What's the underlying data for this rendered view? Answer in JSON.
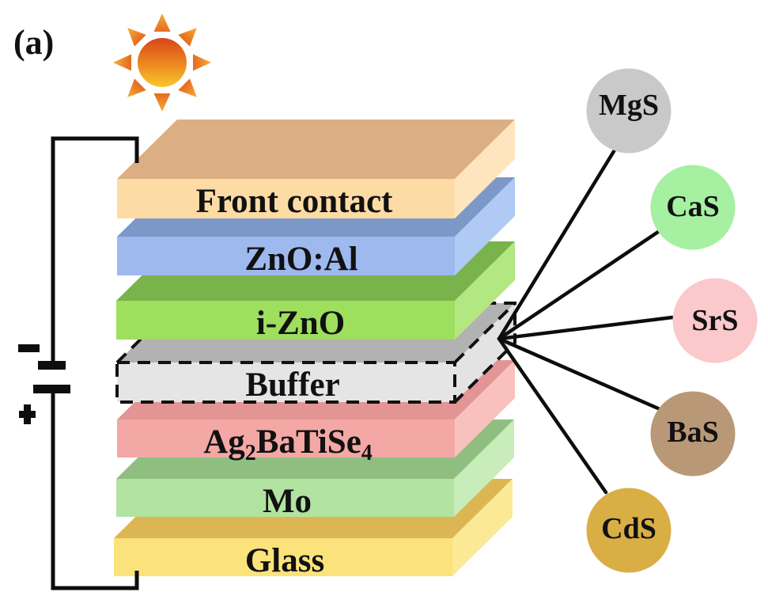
{
  "figure": {
    "panel_label": "(a)"
  },
  "illumination": {
    "icon": "sun-icon"
  },
  "circuit": {
    "icon": "battery-icon",
    "negative_terminal_icon": "minus-icon",
    "positive_terminal_icon": "plus-icon",
    "wire_color": "#0D0D0D"
  },
  "stack": {
    "layers": [
      {
        "label": "Front contact",
        "colors": {
          "front": "#FDDBA5",
          "top": "#DCAE83",
          "side": "#FFE5BE"
        }
      },
      {
        "label": "ZnO:Al",
        "colors": {
          "front": "#9DB9EE",
          "top": "#7C98C9",
          "side": "#AFCAF5"
        }
      },
      {
        "label": "i-ZnO",
        "colors": {
          "front": "#9EDF5D",
          "top": "#79B34B",
          "side": "#B3E781"
        }
      },
      {
        "label": "Buffer",
        "highlighted": true,
        "colors": {
          "front": "#E5E5E5",
          "top": "#B2B2B2",
          "side": "#E3E3E3"
        }
      },
      {
        "label_parts": [
          {
            "text": "Ag"
          },
          {
            "text": "2",
            "subscript": true
          },
          {
            "text": "BaTiSe"
          },
          {
            "text": "4",
            "subscript": true
          }
        ],
        "colors": {
          "front": "#F3A8A5",
          "top": "#E39593",
          "side": "#F9C1BE"
        }
      },
      {
        "label": "Mo",
        "colors": {
          "front": "#B2E3A1",
          "top": "#90BE80",
          "side": "#C8ECBA"
        }
      },
      {
        "label": "Glass",
        "colors": {
          "front": "#FCE27A",
          "top": "#DDB654",
          "side": "#FCE996"
        }
      }
    ]
  },
  "buffer_options": [
    {
      "label": "MgS",
      "color": "#C9C9C9"
    },
    {
      "label": "CaS",
      "color": "#A5F0A1"
    },
    {
      "label": "SrS",
      "color": "#FBC9CB"
    },
    {
      "label": "BaS",
      "color": "#B99877"
    },
    {
      "label": "CdS",
      "color": "#D9AE45"
    }
  ]
}
